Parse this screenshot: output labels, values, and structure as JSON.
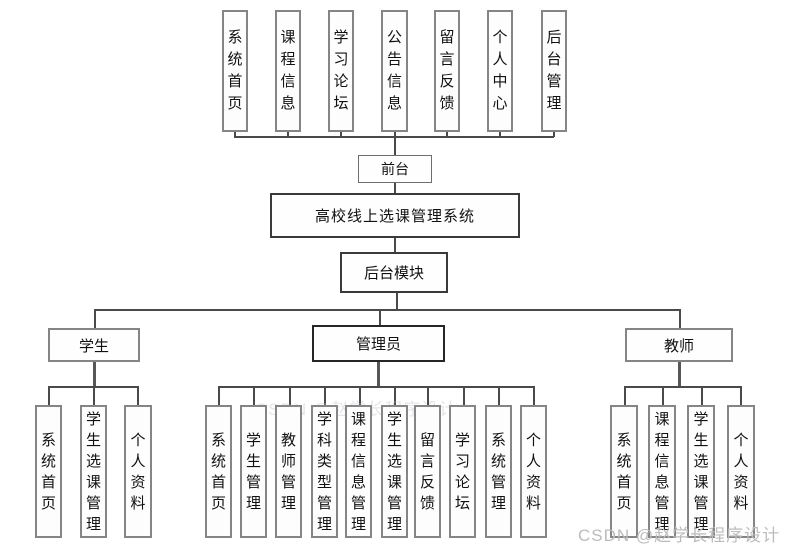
{
  "diagram": {
    "front_modules": [
      "系统首页",
      "课程信息",
      "学习论坛",
      "公告信息",
      "留言反馈",
      "个人中心",
      "后台管理"
    ],
    "front_node": "前台",
    "root_node": "高校线上选课管理系统",
    "backend_node": "后台模块",
    "branches": [
      {
        "label": "学生",
        "children": [
          "系统首页",
          "学生选课管理",
          "个人资料"
        ]
      },
      {
        "label": "管理员",
        "children": [
          "系统首页",
          "学生管理",
          "教师管理",
          "学科类型管理",
          "课程信息管理",
          "学生选课管理",
          "留言反馈",
          "学习论坛",
          "系统管理",
          "个人资料"
        ]
      },
      {
        "label": "教师",
        "children": [
          "系统首页",
          "课程信息管理",
          "学生选课管理",
          "个人资料"
        ]
      }
    ]
  },
  "watermark": "CSDN @赵学长程序设计"
}
